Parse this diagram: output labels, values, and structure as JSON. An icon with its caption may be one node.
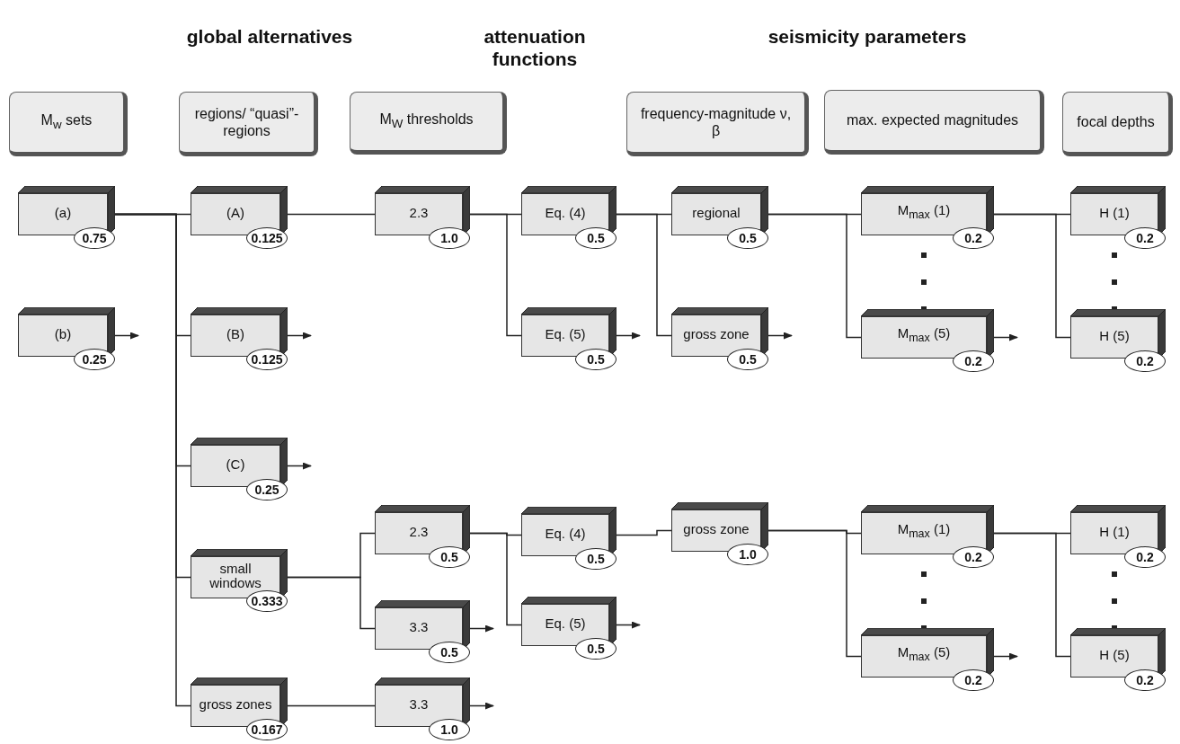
{
  "diagram": {
    "nodes": [
      {
        "text": [
          "M$_{w}$ sets"
        ]
      },
      {
        "text": [
          "regions/ “quasi”-regions"
        ]
      },
      {
        "text": [
          "M$_{W}$ thresholds"
        ]
      },
      {
        "text": [
          "frequency-magnitude ν, β"
        ]
      },
      {
        "text": [
          "max. expected magnitudes"
        ]
      },
      {
        "text": [
          "focal depths"
        ]
      },
      {
        "text": [
          "(a)",
          "0.75"
        ]
      },
      {
        "text": [
          "(b)",
          "0.25"
        ]
      },
      {
        "text": [
          "(A)",
          "0.125"
        ]
      },
      {
        "text": [
          "(B)",
          "0.125"
        ]
      },
      {
        "text": [
          "(C)",
          "0.25"
        ]
      },
      {
        "text": [
          "small windows",
          "0.333"
        ]
      },
      {
        "text": [
          "gross zones",
          "0.167"
        ]
      },
      {
        "text": [
          "2.3",
          "1.0"
        ]
      },
      {
        "text": [
          "2.3",
          "0.5"
        ]
      },
      {
        "text": [
          "3.3",
          "0.5"
        ]
      },
      {
        "text": [
          "3.3",
          "1.0"
        ]
      },
      {
        "text": [
          "Eq. (4)",
          "0.5"
        ]
      },
      {
        "text": [
          "Eq. (5)",
          "0.5"
        ]
      },
      {
        "text": [
          "Eq. (4)",
          "0.5"
        ]
      },
      {
        "text": [
          "Eq. (5)",
          "0.5"
        ]
      },
      {
        "text": [
          "regional",
          "0.5"
        ]
      },
      {
        "text": [
          "gross zone",
          "0.5"
        ]
      },
      {
        "text": [
          "gross zone",
          "1.0"
        ]
      },
      {
        "text": [
          "M$_{max}$ (1)",
          "0.2"
        ]
      },
      {
        "text": [
          "M$_{max}$ (5)",
          "0.2"
        ]
      },
      {
        "text": [
          "M$_{max}$ (1)",
          "0.2"
        ]
      },
      {
        "text": [
          "M$_{max}$ (5)",
          "0.2"
        ]
      },
      {
        "text": [
          "H (1)",
          "0.2"
        ]
      },
      {
        "text": [
          "H (5)",
          "0.2"
        ]
      },
      {
        "text": [
          "H (1)",
          "0.2"
        ]
      },
      {
        "text": [
          "H (5)",
          "0.2"
        ]
      }
    ],
    "edges": [
      {
        "from": 6,
        "to": 8,
        "arrow": "none"
      },
      {
        "from": 6,
        "to": 9,
        "arrow": "none"
      },
      {
        "from": 6,
        "to": 10,
        "arrow": "none"
      },
      {
        "from": 6,
        "to": 11,
        "arrow": "none"
      },
      {
        "from": 6,
        "to": 12,
        "arrow": "none"
      },
      {
        "from": 7,
        "to": null,
        "arrow": "to"
      },
      {
        "from": 8,
        "to": 13,
        "arrow": "none"
      },
      {
        "from": 9,
        "to": null,
        "arrow": "to"
      },
      {
        "from": 10,
        "to": null,
        "arrow": "to"
      },
      {
        "from": 11,
        "to": 14,
        "arrow": "none"
      },
      {
        "from": 11,
        "to": 15,
        "arrow": "none"
      },
      {
        "from": 12,
        "to": 16,
        "arrow": "none"
      },
      {
        "from": 13,
        "to": 17,
        "arrow": "none"
      },
      {
        "from": 13,
        "to": 18,
        "arrow": "none"
      },
      {
        "from": 14,
        "to": 19,
        "arrow": "none"
      },
      {
        "from": 14,
        "to": 20,
        "arrow": "none"
      },
      {
        "from": 15,
        "to": null,
        "arrow": "to"
      },
      {
        "from": 16,
        "to": null,
        "arrow": "to"
      },
      {
        "from": 17,
        "to": 21,
        "arrow": "none"
      },
      {
        "from": 17,
        "to": 22,
        "arrow": "none"
      },
      {
        "from": 18,
        "to": null,
        "arrow": "to"
      },
      {
        "from": 19,
        "to": 23,
        "arrow": "none"
      },
      {
        "from": 20,
        "to": null,
        "arrow": "to"
      },
      {
        "from": 21,
        "to": 24,
        "arrow": "none"
      },
      {
        "from": 21,
        "to": 25,
        "arrow": "none"
      },
      {
        "from": 22,
        "to": null,
        "arrow": "to"
      },
      {
        "from": 23,
        "to": 26,
        "arrow": "none"
      },
      {
        "from": 23,
        "to": 27,
        "arrow": "none"
      },
      {
        "from": 24,
        "to": 28,
        "arrow": "none"
      },
      {
        "from": 24,
        "to": 29,
        "arrow": "none"
      },
      {
        "from": 25,
        "to": null,
        "arrow": "to"
      },
      {
        "from": 26,
        "to": 30,
        "arrow": "none"
      },
      {
        "from": 26,
        "to": 31,
        "arrow": "none"
      },
      {
        "from": 27,
        "to": null,
        "arrow": "to"
      }
    ],
    "labels": [
      "global alternatives",
      "attenuation functions",
      "seismicity parameters"
    ]
  }
}
